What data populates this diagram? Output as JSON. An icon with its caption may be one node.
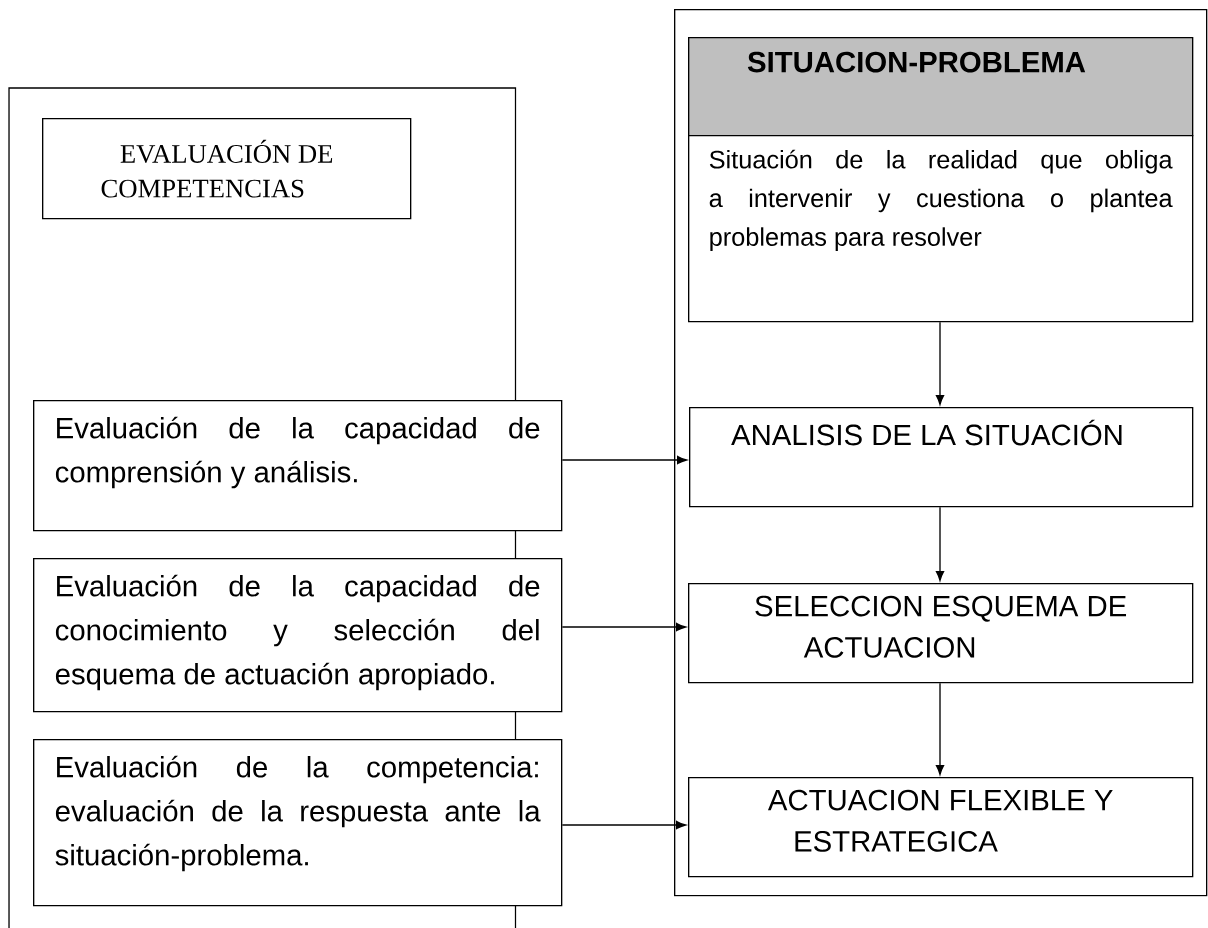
{
  "diagram": {
    "nodes": [
      {
        "text": [],
        "shape": "box"
      },
      {
        "text": [
          "EVALUACIÓN DE COMPETENCIAS"
        ],
        "in": 0
      },
      {
        "text": [
          "Evaluación de la capacidad de comprensión y análisis."
        ]
      },
      {
        "text": [
          "Evaluación de la capacidad de conocimiento y selección del esquema de actuación apropiado."
        ]
      },
      {
        "text": [
          "Evaluación de la competencia: evaluación de la respuesta ante la situación-problema."
        ]
      },
      {
        "text": [],
        "shape": "box"
      },
      {
        "text": [
          "SITUACION-PROBLEMA"
        ],
        "in": 5
      },
      {
        "text": [
          "Situación de la realidad que obliga a intervenir y cuestiona o plantea problemas para resolver"
        ],
        "in": 5
      },
      {
        "text": [
          "ANALISIS DE LA SITUACIÓN"
        ],
        "in": 5
      },
      {
        "text": [
          "SELECCION ESQUEMA DE ACTUACION"
        ],
        "in": 5
      },
      {
        "text": [
          "ACTUACION FLEXIBLE Y ESTRATEGICA"
        ],
        "in": 5
      }
    ],
    "edges": [
      {
        "from": 7,
        "to": 8,
        "arrow": "to"
      },
      {
        "from": 8,
        "to": 9,
        "arrow": "to"
      },
      {
        "from": 9,
        "to": 10,
        "arrow": "to"
      },
      {
        "from": 2,
        "to": 8,
        "arrow": "to"
      },
      {
        "from": 3,
        "to": 9,
        "arrow": "to"
      },
      {
        "from": 4,
        "to": 10,
        "arrow": "to"
      }
    ]
  }
}
